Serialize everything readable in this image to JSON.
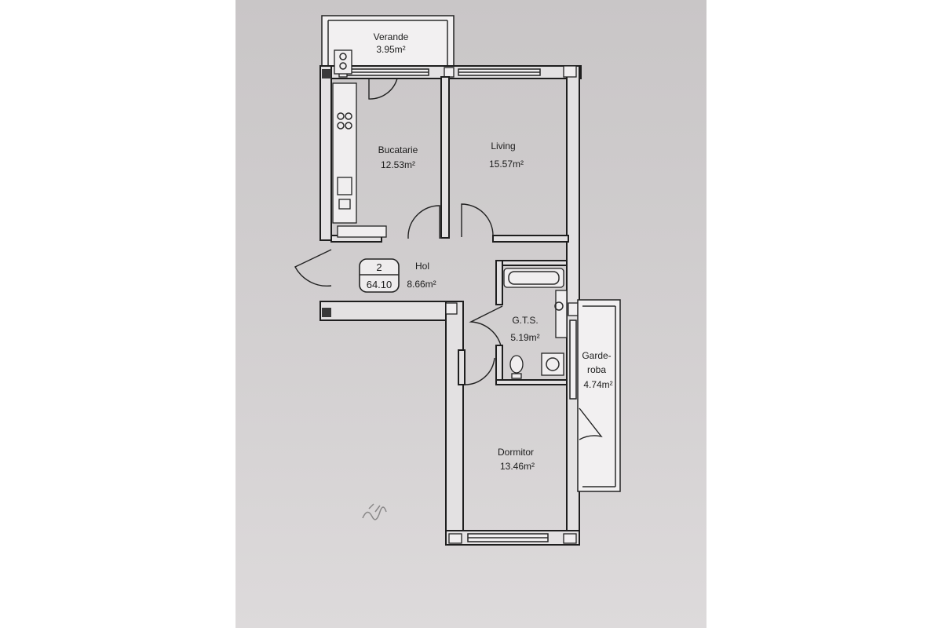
{
  "rooms": {
    "verande": {
      "name": "Verande",
      "area": "3.95m²"
    },
    "bucatarie": {
      "name": "Bucatarie",
      "area": "12.53m²"
    },
    "living": {
      "name": "Living",
      "area": "15.57m²"
    },
    "hol": {
      "name": "Hol",
      "area": "8.66m²"
    },
    "gts": {
      "name": "G.T.S.",
      "area": "5.19m²"
    },
    "garderoba": {
      "name_line1": "Garde-",
      "name_line2": "roba",
      "area": "4.74m²"
    },
    "dormitor": {
      "name": "Dormitor",
      "area": "13.46m²"
    }
  },
  "apartment_badge": {
    "number": "2",
    "total_area": "64.10"
  },
  "colors": {
    "paper": "#cfcccd",
    "ink": "#1e1e1e"
  }
}
